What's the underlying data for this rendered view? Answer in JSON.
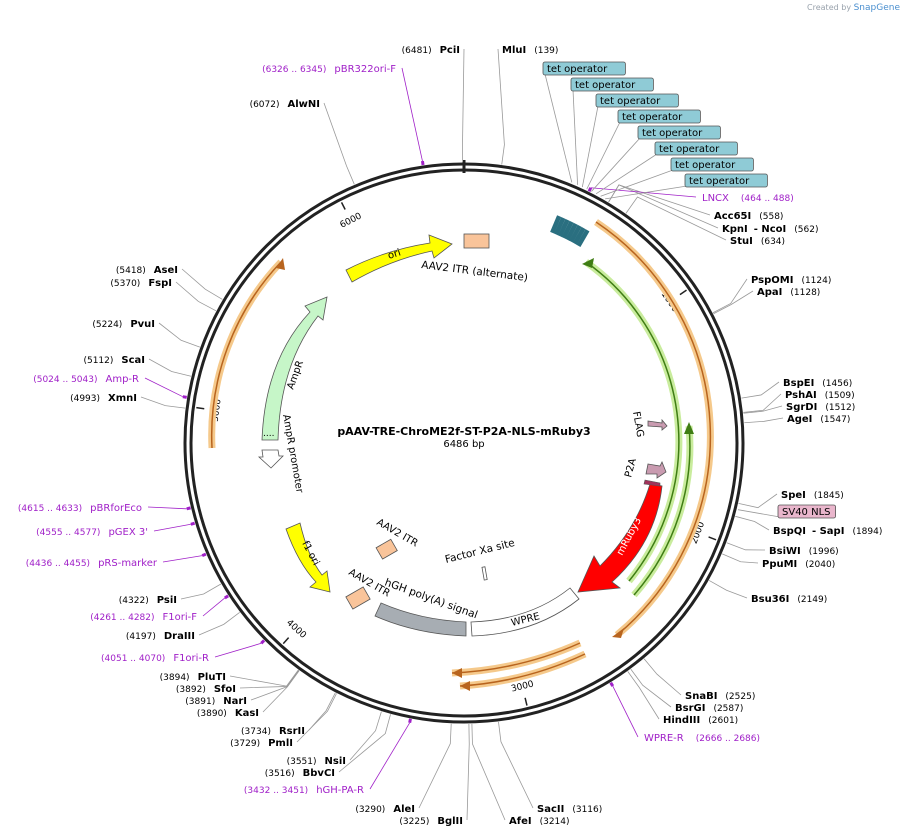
{
  "credit": {
    "prefix": "Created by",
    "brand": "SnapGene"
  },
  "plasmid": {
    "name": "pAAV-TRE-ChroME2f-ST-P2A-NLS-mRuby3",
    "size_label": "6486 bp",
    "length": 6486
  },
  "ticks": [
    {
      "pos": 1000,
      "label": "1000"
    },
    {
      "pos": 2000,
      "label": "2000"
    },
    {
      "pos": 3000,
      "label": "3000"
    },
    {
      "pos": 4000,
      "label": "4000"
    },
    {
      "pos": 5000,
      "label": "5000"
    },
    {
      "pos": 6000,
      "label": "6000"
    }
  ],
  "sites": [
    {
      "name": "PciI",
      "coord": "(6481)",
      "pos": 6481,
      "side": "L"
    },
    {
      "name": "MluI",
      "coord": "(139)",
      "pos": 139,
      "side": "R"
    },
    {
      "name": "Acc65I",
      "coord": "(558)",
      "pos": 558,
      "side": "R"
    },
    {
      "name": "KpnI",
      "extra": "- NcoI",
      "coord": "(562)",
      "pos": 558,
      "side": "R"
    },
    {
      "name": "StuI",
      "coord": "(634)",
      "pos": 634,
      "side": "R"
    },
    {
      "name": "PspOMI",
      "coord": "(1124)",
      "pos": 1124,
      "side": "R"
    },
    {
      "name": "ApaI",
      "coord": "(1128)",
      "pos": 1128,
      "side": "R"
    },
    {
      "name": "BspEI",
      "coord": "(1456)",
      "pos": 1456,
      "side": "R"
    },
    {
      "name": "PshAI",
      "coord": "(1509)",
      "pos": 1509,
      "side": "R"
    },
    {
      "name": "SgrDI",
      "coord": "(1512)",
      "pos": 1512,
      "side": "R"
    },
    {
      "name": "AgeI",
      "coord": "(1547)",
      "pos": 1547,
      "side": "R"
    },
    {
      "name": "SpeI",
      "coord": "(1845)",
      "pos": 1845,
      "side": "R"
    },
    {
      "name": "BspQI",
      "extra": "- SapI",
      "coord": "(1894)",
      "pos": 1894,
      "side": "R"
    },
    {
      "name": "BsiWI",
      "coord": "(1996)",
      "pos": 1996,
      "side": "R"
    },
    {
      "name": "PpuMI",
      "coord": "(2040)",
      "pos": 2040,
      "side": "R"
    },
    {
      "name": "Bsu36I",
      "coord": "(2149)",
      "pos": 2149,
      "side": "R"
    },
    {
      "name": "SnaBI",
      "coord": "(2525)",
      "pos": 2525,
      "side": "R"
    },
    {
      "name": "BsrGI",
      "coord": "(2587)",
      "pos": 2587,
      "side": "R"
    },
    {
      "name": "HindIII",
      "coord": "(2601)",
      "pos": 2601,
      "side": "R"
    },
    {
      "name": "SacII",
      "coord": "(3116)",
      "pos": 3116,
      "side": "R"
    },
    {
      "name": "AfeI",
      "coord": "(3214)",
      "pos": 3214,
      "side": "R"
    },
    {
      "name": "BglII",
      "coord": "(3225)",
      "pos": 3225,
      "side": "L"
    },
    {
      "name": "AleI",
      "coord": "(3290)",
      "pos": 3290,
      "side": "L"
    },
    {
      "name": "BbvCI",
      "coord": "(3516)",
      "pos": 3516,
      "side": "L"
    },
    {
      "name": "NsiI",
      "coord": "(3551)",
      "pos": 3551,
      "side": "L"
    },
    {
      "name": "PmlI",
      "coord": "(3729)",
      "pos": 3729,
      "side": "L"
    },
    {
      "name": "RsrII",
      "coord": "(3734)",
      "pos": 3734,
      "side": "L"
    },
    {
      "name": "KasI",
      "coord": "(3890)",
      "pos": 3890,
      "side": "L"
    },
    {
      "name": "NarI",
      "coord": "(3891)",
      "pos": 3891,
      "side": "L"
    },
    {
      "name": "SfoI",
      "coord": "(3892)",
      "pos": 3892,
      "side": "L"
    },
    {
      "name": "PluTI",
      "coord": "(3894)",
      "pos": 3894,
      "side": "L"
    },
    {
      "name": "DraIII",
      "coord": "(4197)",
      "pos": 4197,
      "side": "L"
    },
    {
      "name": "PsiI",
      "coord": "(4322)",
      "pos": 4322,
      "side": "L"
    },
    {
      "name": "XmnI",
      "coord": "(4993)",
      "pos": 4993,
      "side": "L"
    },
    {
      "name": "ScaI",
      "coord": "(5112)",
      "pos": 5112,
      "side": "L"
    },
    {
      "name": "PvuI",
      "coord": "(5224)",
      "pos": 5224,
      "side": "L"
    },
    {
      "name": "FspI",
      "coord": "(5370)",
      "pos": 5370,
      "side": "L"
    },
    {
      "name": "AseI",
      "coord": "(5418)",
      "pos": 5418,
      "side": "L"
    },
    {
      "name": "AlwNI",
      "coord": "(6072)",
      "pos": 6072,
      "side": "L"
    }
  ],
  "primers": [
    {
      "name": "pBR322ori-F",
      "range": "(6326 .. 6345)",
      "pos": 6335,
      "side": "L"
    },
    {
      "name": "LNCX",
      "range": "(464 .. 488)",
      "pos": 476,
      "side": "R"
    },
    {
      "name": "WPRE-R",
      "range": "(2666 .. 2686)",
      "pos": 2676,
      "side": "R"
    },
    {
      "name": "hGH-PA-R",
      "range": "(3432 .. 3451)",
      "pos": 3441,
      "side": "L"
    },
    {
      "name": "F1ori-R",
      "range": "(4051 .. 4070)",
      "pos": 4060,
      "side": "L"
    },
    {
      "name": "F1ori-F",
      "range": "(4261 .. 4282)",
      "pos": 4271,
      "side": "L"
    },
    {
      "name": "pRS-marker",
      "range": "(4436 .. 4455)",
      "pos": 4445,
      "side": "L"
    },
    {
      "name": "pGEX 3'",
      "range": "(4555 .. 4577)",
      "pos": 4566,
      "side": "L"
    },
    {
      "name": "pBRforEco",
      "range": "(4615 .. 4633)",
      "pos": 4624,
      "side": "L"
    },
    {
      "name": "Amp-R",
      "range": "(5024 .. 5043)",
      "pos": 5033,
      "side": "L"
    }
  ],
  "boxed_features": [
    {
      "name": "tet operator",
      "color": "#8fcbd6"
    },
    {
      "name": "tet operator",
      "color": "#8fcbd6"
    },
    {
      "name": "tet operator",
      "color": "#8fcbd6"
    },
    {
      "name": "tet operator",
      "color": "#8fcbd6"
    },
    {
      "name": "tet operator",
      "color": "#8fcbd6"
    },
    {
      "name": "tet operator",
      "color": "#8fcbd6"
    },
    {
      "name": "tet operator",
      "color": "#8fcbd6"
    },
    {
      "name": "tet operator",
      "color": "#8fcbd6"
    },
    {
      "name": "SV40 NLS",
      "color": "#e9b6cc"
    }
  ],
  "features": [
    {
      "name": "ori",
      "color": "#ffff00"
    },
    {
      "name": "AAV2 ITR (alternate)",
      "color": "#f9c49a"
    },
    {
      "name": "AmpR",
      "color": "#c6f6c8"
    },
    {
      "name": "AmpR promoter",
      "color": "#ffffff"
    },
    {
      "name": "f1 ori",
      "color": "#ffff00"
    },
    {
      "name": "AAV2 ITR",
      "color": "#f9c49a"
    },
    {
      "name": "AAV2 ITR",
      "color": "#f9c49a"
    },
    {
      "name": "hGH poly(A) signal",
      "color": "#a7adb3"
    },
    {
      "name": "WPRE",
      "color": "#ffffff"
    },
    {
      "name": "Factor Xa site",
      "color": "#ffffff"
    },
    {
      "name": "mRuby3",
      "color": "#ff0000"
    },
    {
      "name": "P2A",
      "color": "#c99bb0"
    },
    {
      "name": "FLAG",
      "color": "#c99bb0"
    }
  ],
  "orf_color": "#f2a33a",
  "cds_color": "#5aa51c",
  "site_color": "#000000",
  "primer_color": "#a020c8"
}
